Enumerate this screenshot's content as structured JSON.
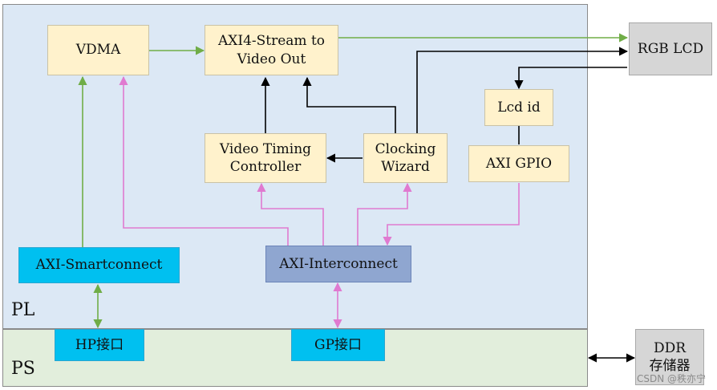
{
  "regions": {
    "pl": "PL",
    "ps": "PS"
  },
  "blocks": {
    "vdma": "VDMA",
    "axi4_stream": "AXI4-Stream to\nVideo Out",
    "rgb_lcd": "RGB LCD",
    "lcd_id": "Lcd id",
    "video_timing": "Video Timing\nController",
    "clocking_wizard": "Clocking\nWizard",
    "axi_gpio": "AXI GPIO",
    "axi_smartconnect": "AXI-Smartconnect",
    "axi_interconnect": "AXI-Interconnect",
    "hp_port": "HP接口",
    "gp_port": "GP接口",
    "ddr": "DDR\n存储器"
  },
  "colors": {
    "green": "#70ad47",
    "black": "#000000",
    "pink": "#e07ad0",
    "pl_fill": "#dce8f5",
    "ps_fill": "#e2eedc",
    "block_yellow": "#fff2cc",
    "block_cyan": "#00c0f0",
    "block_blue": "#8fa6d0",
    "block_gray": "#d6d6d6"
  },
  "watermark": "CSDN @秩亦宁"
}
